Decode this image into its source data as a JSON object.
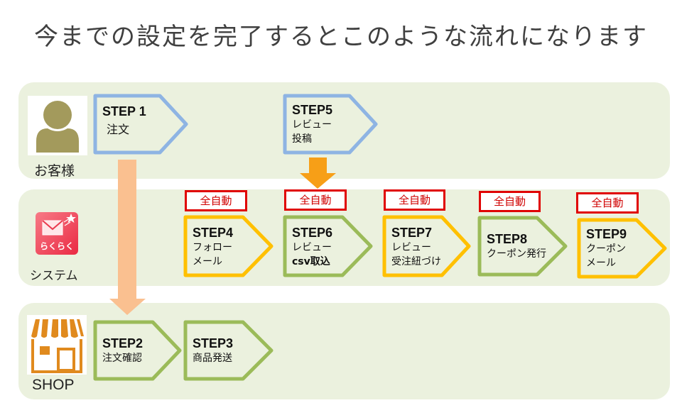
{
  "title": "今までの設定を完了するとこのような流れになります",
  "lanes": [
    {
      "id": "customer",
      "label": "お客様",
      "icon": "person-icon"
    },
    {
      "id": "system",
      "label": "システム",
      "icon": "rakuraku-mail-icon",
      "icon_text": "らくらく"
    },
    {
      "id": "shop",
      "label": "SHOP",
      "icon": "shop-icon"
    }
  ],
  "steps": {
    "step1": {
      "num": "STEP 1",
      "lines": [
        "注文"
      ],
      "color": "#8eb4e3"
    },
    "step2": {
      "num": "STEP2",
      "lines": [
        "注文確認"
      ],
      "color": "#9bbb59"
    },
    "step3": {
      "num": "STEP3",
      "lines": [
        "商品発送"
      ],
      "color": "#9bbb59"
    },
    "step4": {
      "num": "STEP4",
      "lines": [
        "フォロー",
        "メール"
      ],
      "color": "#ffc000",
      "badge": "全自動"
    },
    "step5": {
      "num": "STEP5",
      "lines": [
        "レビュー",
        "投稿"
      ],
      "color": "#8eb4e3"
    },
    "step6": {
      "num": "STEP6",
      "lines": [
        "レビュー",
        "csv取込"
      ],
      "color": "#9bbb59",
      "badge": "全自動"
    },
    "step7": {
      "num": "STEP7",
      "lines": [
        "レビュー",
        "受注紐づけ"
      ],
      "color": "#ffc000",
      "badge": "全自動"
    },
    "step8": {
      "num": "STEP8",
      "lines": [
        "クーポン発行"
      ],
      "color": "#9bbb59",
      "badge": "全自動"
    },
    "step9": {
      "num": "STEP9",
      "lines": [
        "クーポン",
        "メール"
      ],
      "color": "#ffc000",
      "badge": "全自動"
    }
  },
  "colors": {
    "lane_bg": "#ebf1de",
    "badge_border": "#e00000",
    "flow_arrow_customer_to_shop": "#fac090",
    "flow_arrow_review": "#f79f17",
    "person_icon": "#a39a5c",
    "shop_icon": "#e08a1e",
    "rakuraku_icon": "#f0475a"
  }
}
